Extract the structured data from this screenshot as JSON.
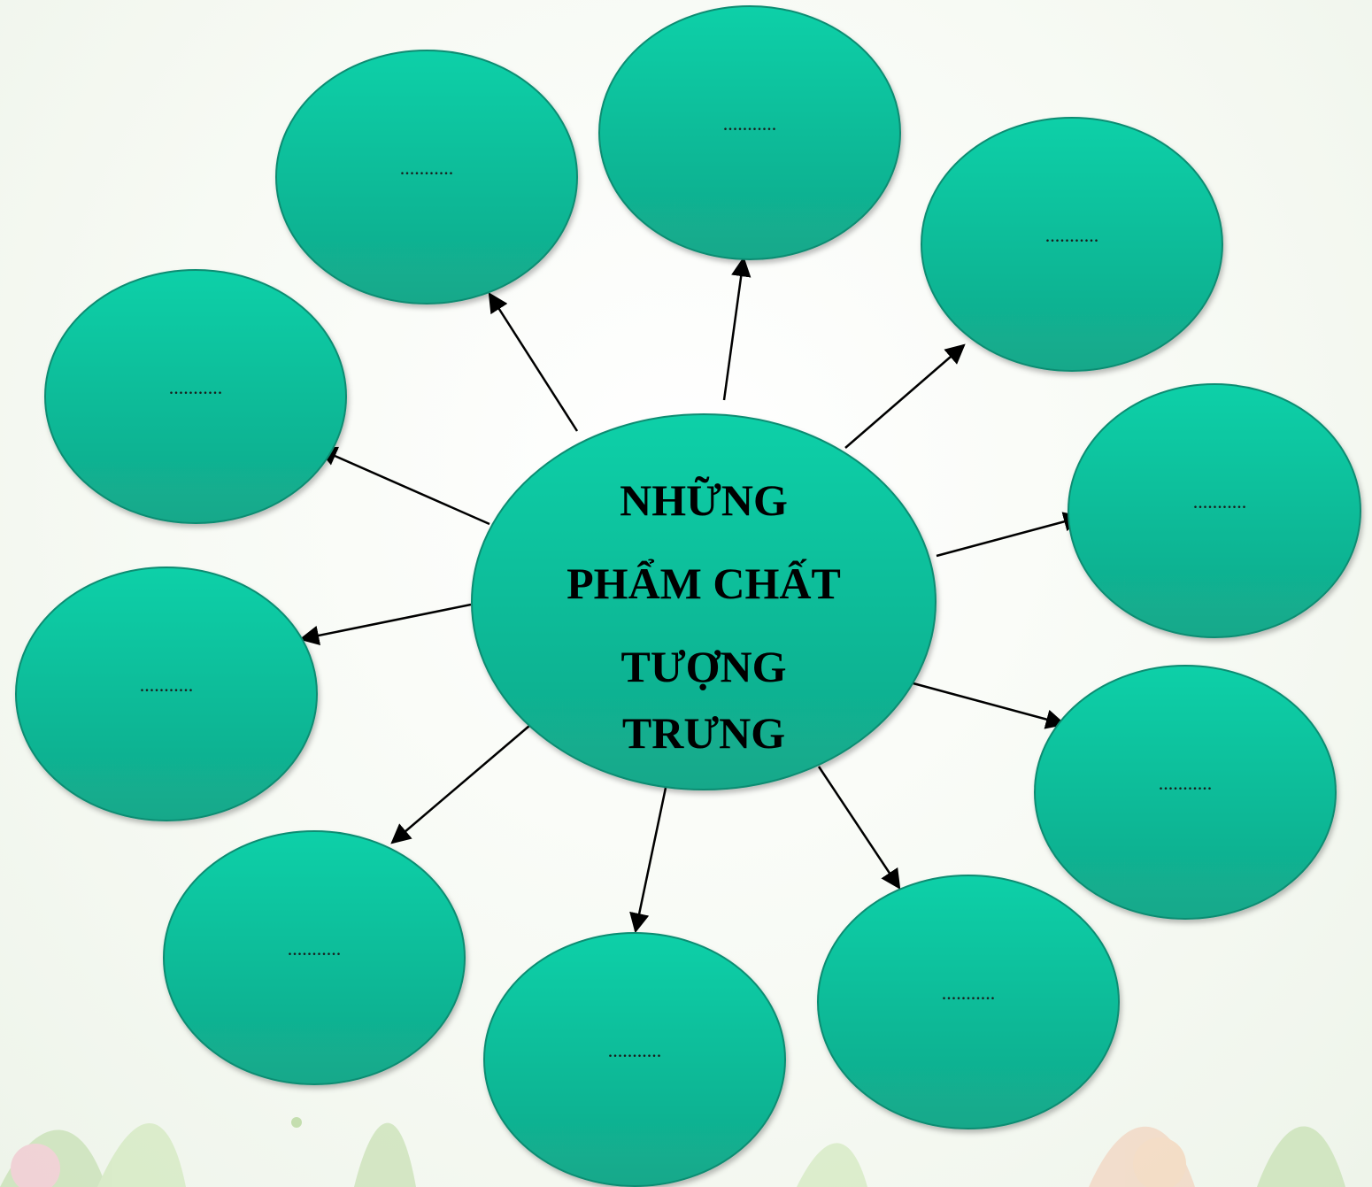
{
  "colors": {
    "bubble_top": "#0bd0a8",
    "bubble_bottom": "#13a88a",
    "bubble_edge": "#0d8c72",
    "arrow": "#000000",
    "foliage": "#b9d9a0",
    "blossom": "#f2b8c6"
  },
  "center": {
    "lines": [
      "NHỮNG",
      "PHẨM CHẤT",
      "TƯỢNG",
      "TRƯNG"
    ]
  },
  "nodes": [
    {
      "label": "..........."
    },
    {
      "label": "..........."
    },
    {
      "label": "..........."
    },
    {
      "label": "..........."
    },
    {
      "label": "..........."
    },
    {
      "label": "..........."
    },
    {
      "label": "..........."
    },
    {
      "label": "..........."
    },
    {
      "label": "..........."
    },
    {
      "label": "..........."
    }
  ]
}
